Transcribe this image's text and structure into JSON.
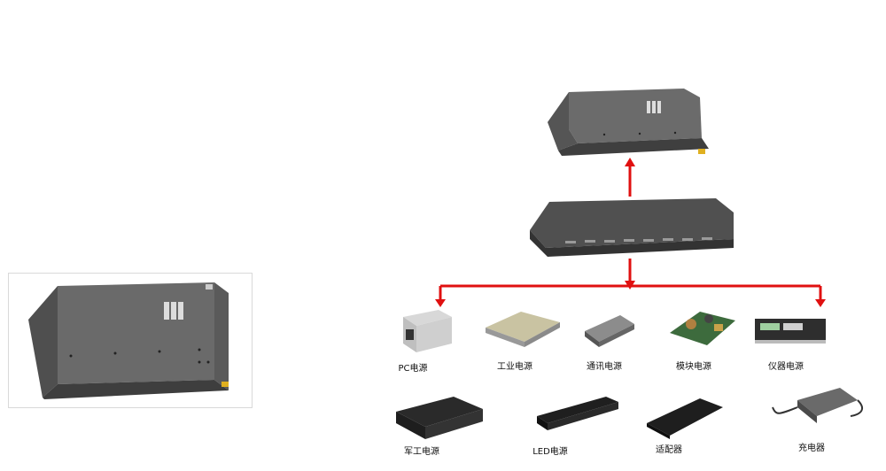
{
  "colors": {
    "arrow": "#e01010",
    "device_top": "#6b6b6b",
    "device_side": "#555555",
    "device_front": "#4a4a4a"
  },
  "products": [
    {
      "label": "PC电源",
      "icon": "pc-power-supply-icon"
    },
    {
      "label": "工业电源",
      "icon": "industrial-power-supply-icon"
    },
    {
      "label": "通讯电源",
      "icon": "telecom-power-supply-icon"
    },
    {
      "label": "模块电源",
      "icon": "module-power-supply-icon"
    },
    {
      "label": "仪器电源",
      "icon": "instrument-power-supply-icon"
    },
    {
      "label": "军工电源",
      "icon": "military-power-supply-icon"
    },
    {
      "label": "LED电源",
      "icon": "led-power-supply-icon"
    },
    {
      "label": "适配器",
      "icon": "adapter-icon"
    },
    {
      "label": "充电器",
      "icon": "charger-icon"
    }
  ]
}
